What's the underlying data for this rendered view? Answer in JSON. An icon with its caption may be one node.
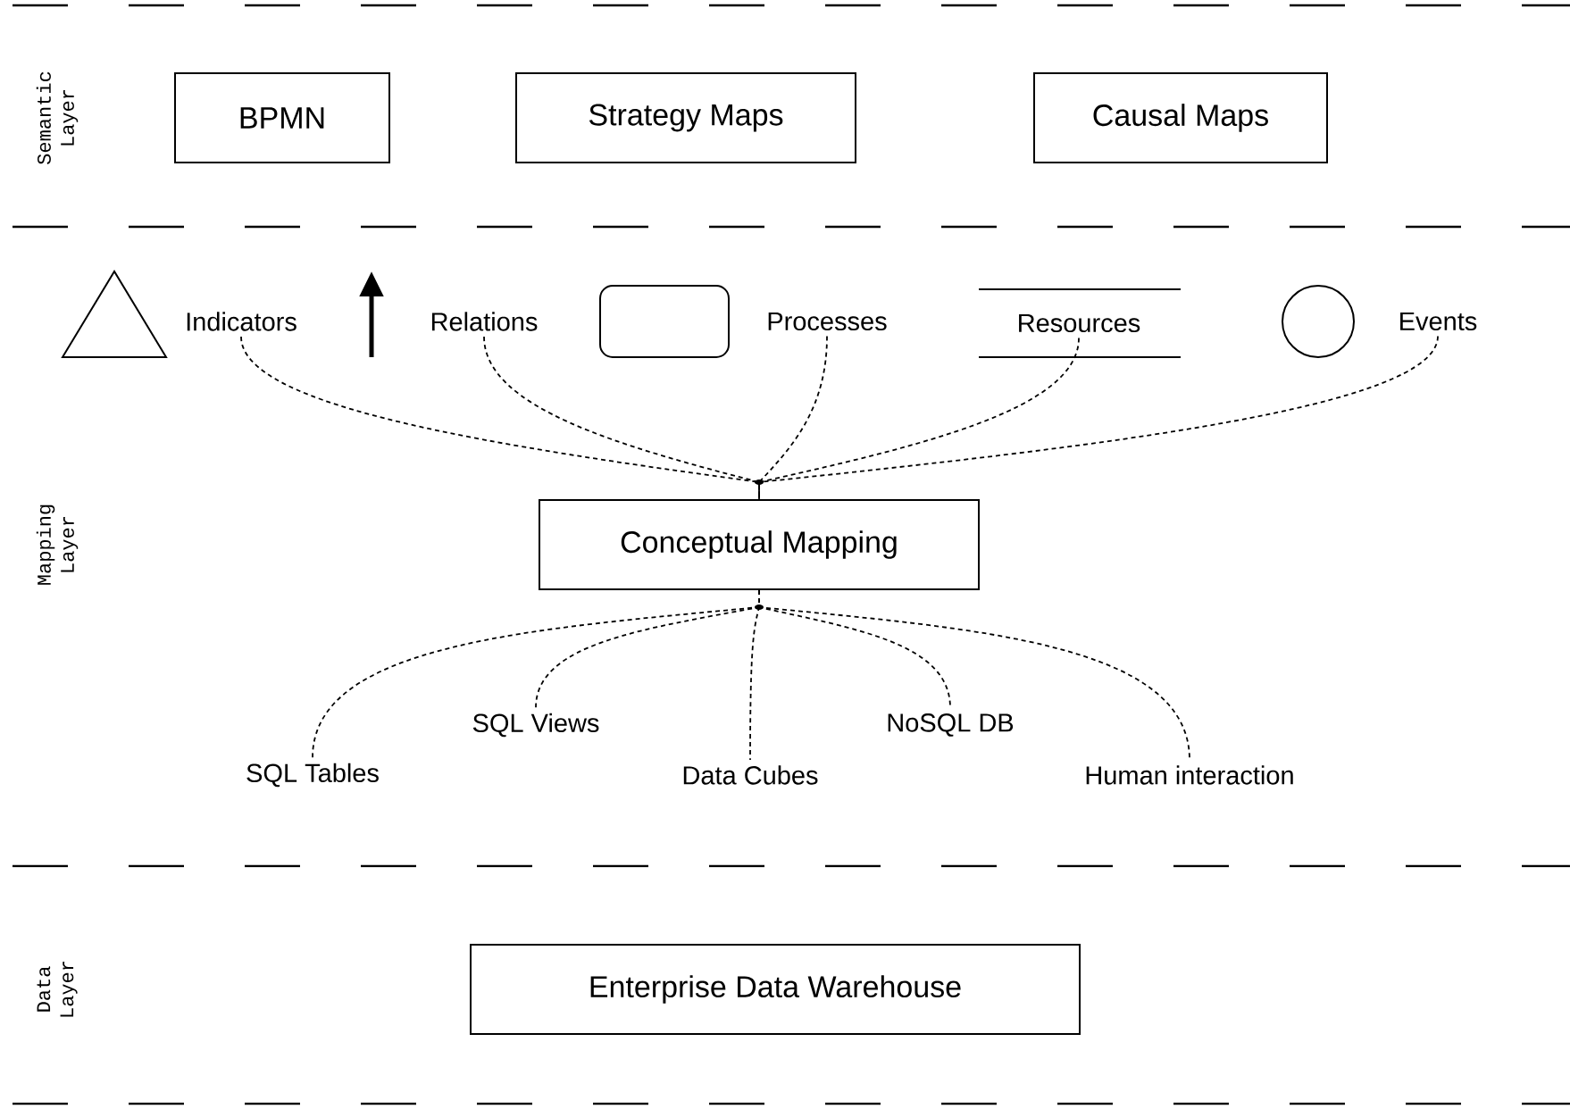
{
  "diagram": {
    "nodes": [
      {
        "text": [
          "BPMN"
        ]
      },
      {
        "text": [
          "Strategy Maps"
        ]
      },
      {
        "text": [
          "Causal Maps"
        ]
      },
      {
        "text": [
          "Indicators"
        ]
      },
      {
        "text": [
          "Relations"
        ]
      },
      {
        "text": [
          "Processes"
        ]
      },
      {
        "text": [
          "Resources"
        ]
      },
      {
        "text": [
          "Events"
        ]
      },
      {
        "text": [
          "Conceptual Mapping"
        ]
      },
      {
        "text": [
          "SQL Tables"
        ]
      },
      {
        "text": [
          "SQL Views"
        ]
      },
      {
        "text": [
          "Data Cubes"
        ]
      },
      {
        "text": [
          "NoSQL DB"
        ]
      },
      {
        "text": [
          "Human interaction"
        ]
      },
      {
        "text": [
          "Enterprise Data Warehouse"
        ]
      }
    ],
    "edges": [
      {
        "from": 3,
        "to": 8,
        "arrow": "none",
        "style": "dashed"
      },
      {
        "from": 4,
        "to": 8,
        "arrow": "none",
        "style": "dashed"
      },
      {
        "from": 5,
        "to": 8,
        "arrow": "none",
        "style": "dashed"
      },
      {
        "from": 6,
        "to": 8,
        "arrow": "none",
        "style": "dashed"
      },
      {
        "from": 7,
        "to": 8,
        "arrow": "none",
        "style": "dashed"
      },
      {
        "from": 8,
        "to": 9,
        "arrow": "none",
        "style": "dashed"
      },
      {
        "from": 8,
        "to": 10,
        "arrow": "none",
        "style": "dashed"
      },
      {
        "from": 8,
        "to": 11,
        "arrow": "none",
        "style": "dashed"
      },
      {
        "from": 8,
        "to": 12,
        "arrow": "none",
        "style": "dashed"
      },
      {
        "from": 8,
        "to": 13,
        "arrow": "none",
        "style": "dashed"
      }
    ],
    "labels": [
      "Semantic Layer",
      "Mapping Layer",
      "Data Layer"
    ]
  }
}
